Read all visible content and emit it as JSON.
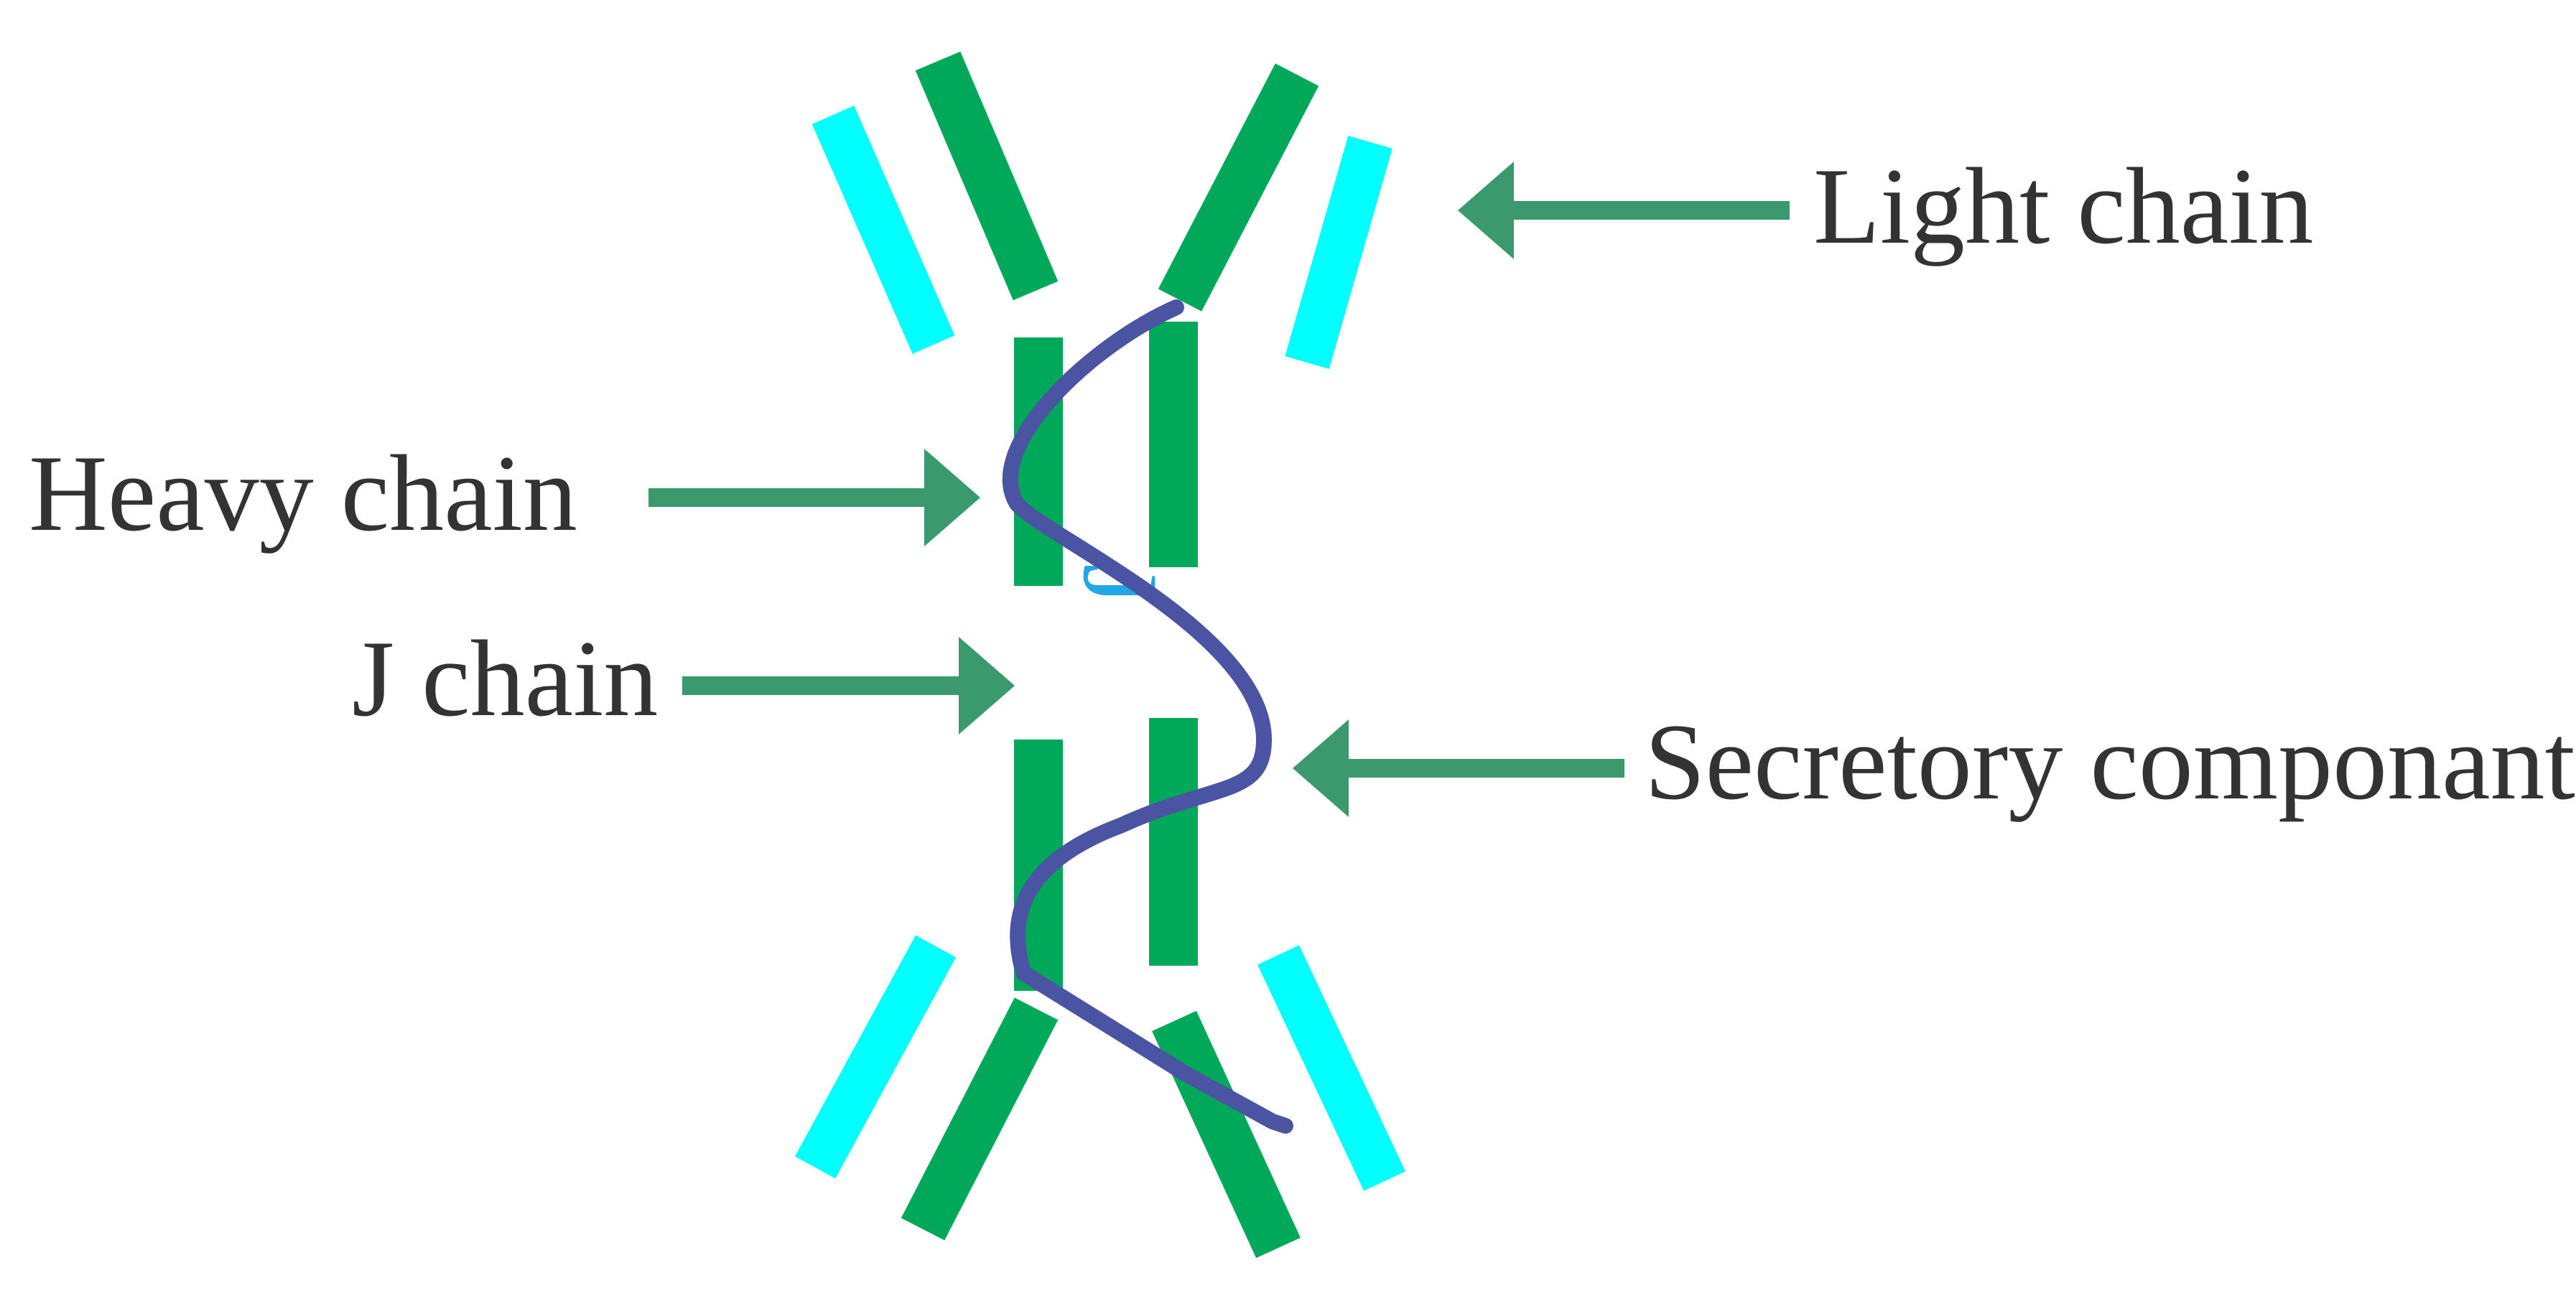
{
  "diagram": {
    "labels": {
      "light_chain": "Light chain",
      "heavy_chain": "Heavy chain",
      "j_chain": "J chain",
      "secretory_component": "Secretory componant"
    },
    "j_marker": "J"
  },
  "colors": {
    "heavy_chain": "#00a85a",
    "light_chain": "#00ffff",
    "secretory_component": "#4a54a2",
    "arrow": "#3a9a6e",
    "j_chain": "#22a6e6",
    "text": "#333333"
  }
}
